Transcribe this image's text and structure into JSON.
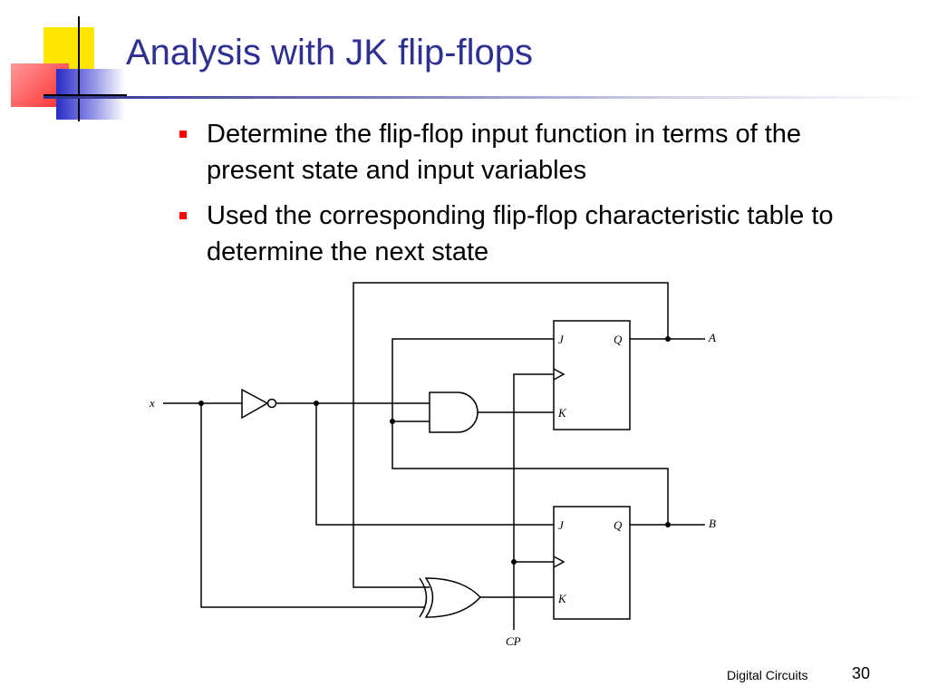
{
  "slide": {
    "title": "Analysis with JK flip-flops",
    "bullets": [
      "Determine the flip-flop input function in terms of the present state and input variables",
      "Used the corresponding flip-flop characteristic table to determine the next state"
    ],
    "footer": "Digital Circuits",
    "page_number": "30"
  },
  "circuit": {
    "input_label": "x",
    "output_a_label": "A",
    "output_b_label": "B",
    "clock_label": "CP",
    "ff_a": {
      "j_label": "J",
      "q_label": "Q",
      "k_label": "K"
    },
    "ff_b": {
      "j_label": "J",
      "q_label": "Q",
      "k_label": "K"
    }
  },
  "colors": {
    "title": "#2e3192",
    "bullet": "#ff0000",
    "deco_yellow": "#ffe600",
    "deco_red": "#ff3333",
    "deco_blue": "#3333cc"
  }
}
